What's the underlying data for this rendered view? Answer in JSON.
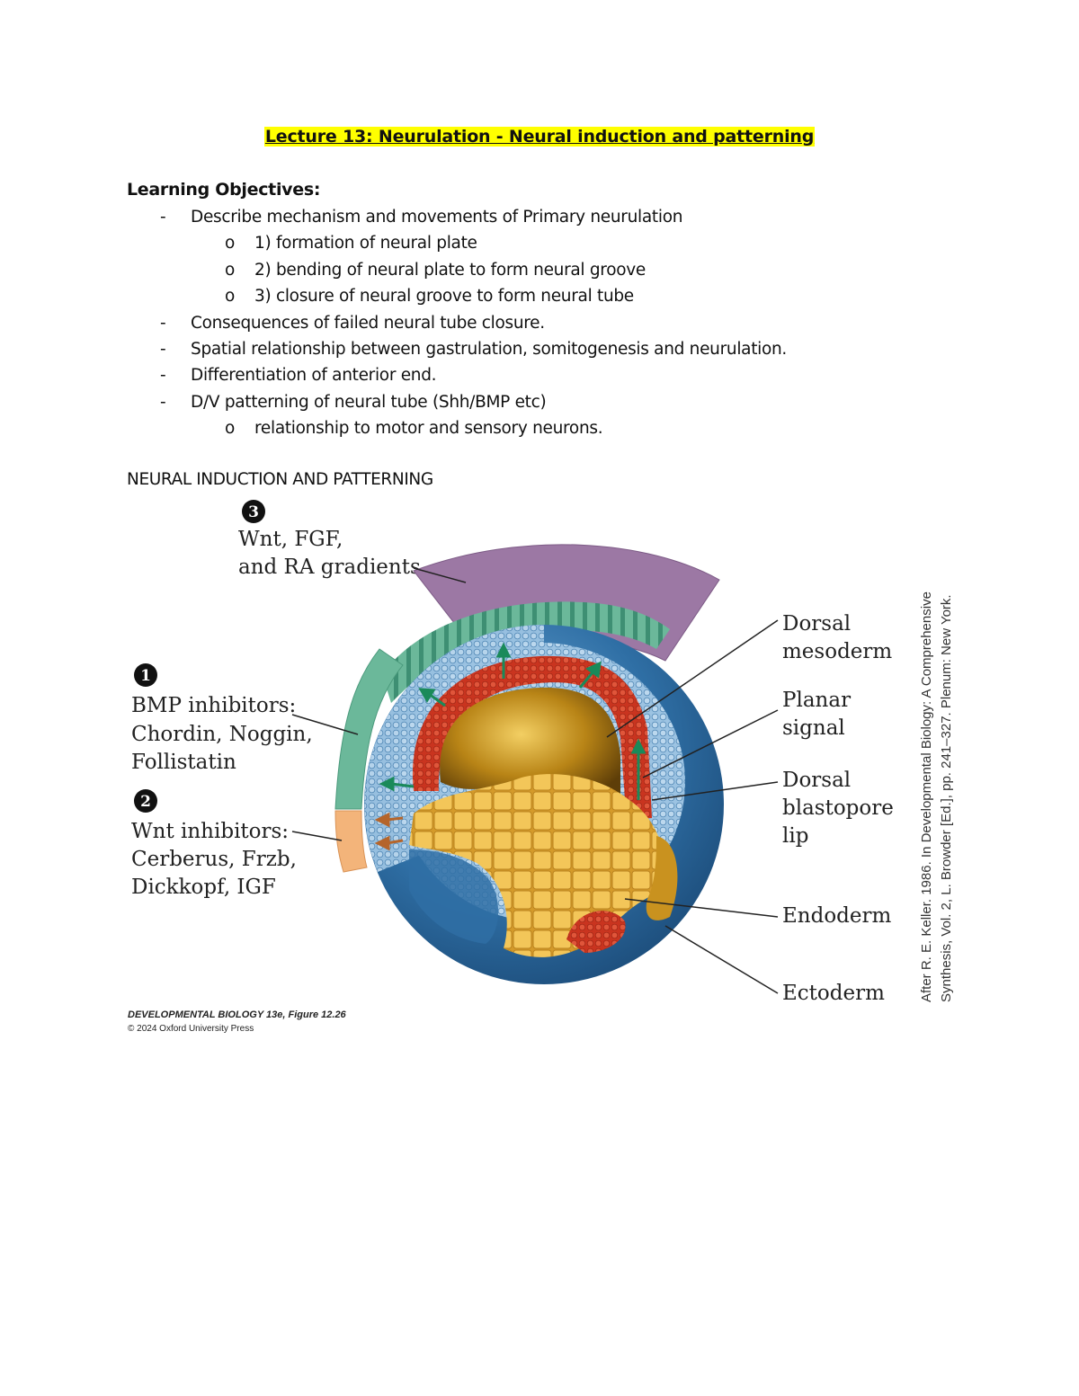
{
  "title": "Lecture 13: Neurulation - Neural induction and patterning",
  "learning_objectives_heading": "Learning Objectives:",
  "objectives": [
    {
      "level": 1,
      "marker": "-",
      "text": "Describe mechanism and movements of Primary neurulation"
    },
    {
      "level": 2,
      "marker": "o",
      "text": "1) formation of neural plate"
    },
    {
      "level": 2,
      "marker": "o",
      "text": "2) bending of neural plate to form neural groove"
    },
    {
      "level": 2,
      "marker": "o",
      "text": "3) closure of neural groove to form neural tube"
    },
    {
      "level": 1,
      "marker": "-",
      "text": "Consequences of failed neural tube closure."
    },
    {
      "level": 1,
      "marker": "-",
      "text": "Spatial relationship between gastrulation, somitogenesis and neurulation."
    },
    {
      "level": 1,
      "marker": "-",
      "text": "Differentiation of anterior end."
    },
    {
      "level": 1,
      "marker": "-",
      "text": "D/V patterning of neural tube (Shh/BMP etc)"
    },
    {
      "level": 2,
      "marker": "o",
      "text": "relationship to motor and sensory neurons."
    }
  ],
  "section_heading": "NEURAL INDUCTION AND PATTERNING",
  "figure": {
    "labels": {
      "num3": "3",
      "wnt_fgf_line1": "Wnt, FGF,",
      "wnt_fgf_line2": "and RA gradients",
      "num1": "1",
      "bmp_line1": "BMP inhibitors:",
      "bmp_line2": "Chordin, Noggin,",
      "bmp_line3": "Follistatin",
      "num2": "2",
      "wnt_inh_line1": "Wnt inhibitors:",
      "wnt_inh_line2": "Cerberus, Frzb,",
      "wnt_inh_line3": "Dickkopf, IGF",
      "dorsal_mesoderm_1": "Dorsal",
      "dorsal_mesoderm_2": "mesoderm",
      "planar_1": "Planar",
      "planar_2": "signal",
      "blastopore_1": "Dorsal",
      "blastopore_2": "blastopore",
      "blastopore_3": "lip",
      "endoderm": "Endoderm",
      "ectoderm": "Ectoderm"
    },
    "credit_line1": "DEVELOPMENTAL BIOLOGY 13e, Figure 12.26",
    "credit_line2": "© 2024 Oxford University Press",
    "side_credit_1": "After R. E. Keller. 1986. In Developmental Biology: A Comprehensive",
    "side_credit_2": "Synthesis, Vol. 2, L. Browder [Ed.], pp. 241–327. Plenum: New York.",
    "colors": {
      "ectoderm_blue": "#2f6fa5",
      "mesoderm_red": "#d9452f",
      "endoderm_yellow": "#f1c24a",
      "gradient_purple": "#9c78a4",
      "bmp_green": "#6bb89a",
      "wnt_orange": "#f3b47a",
      "arrow_green": "#1a8a5a",
      "arrow_brown": "#b5652b"
    }
  }
}
